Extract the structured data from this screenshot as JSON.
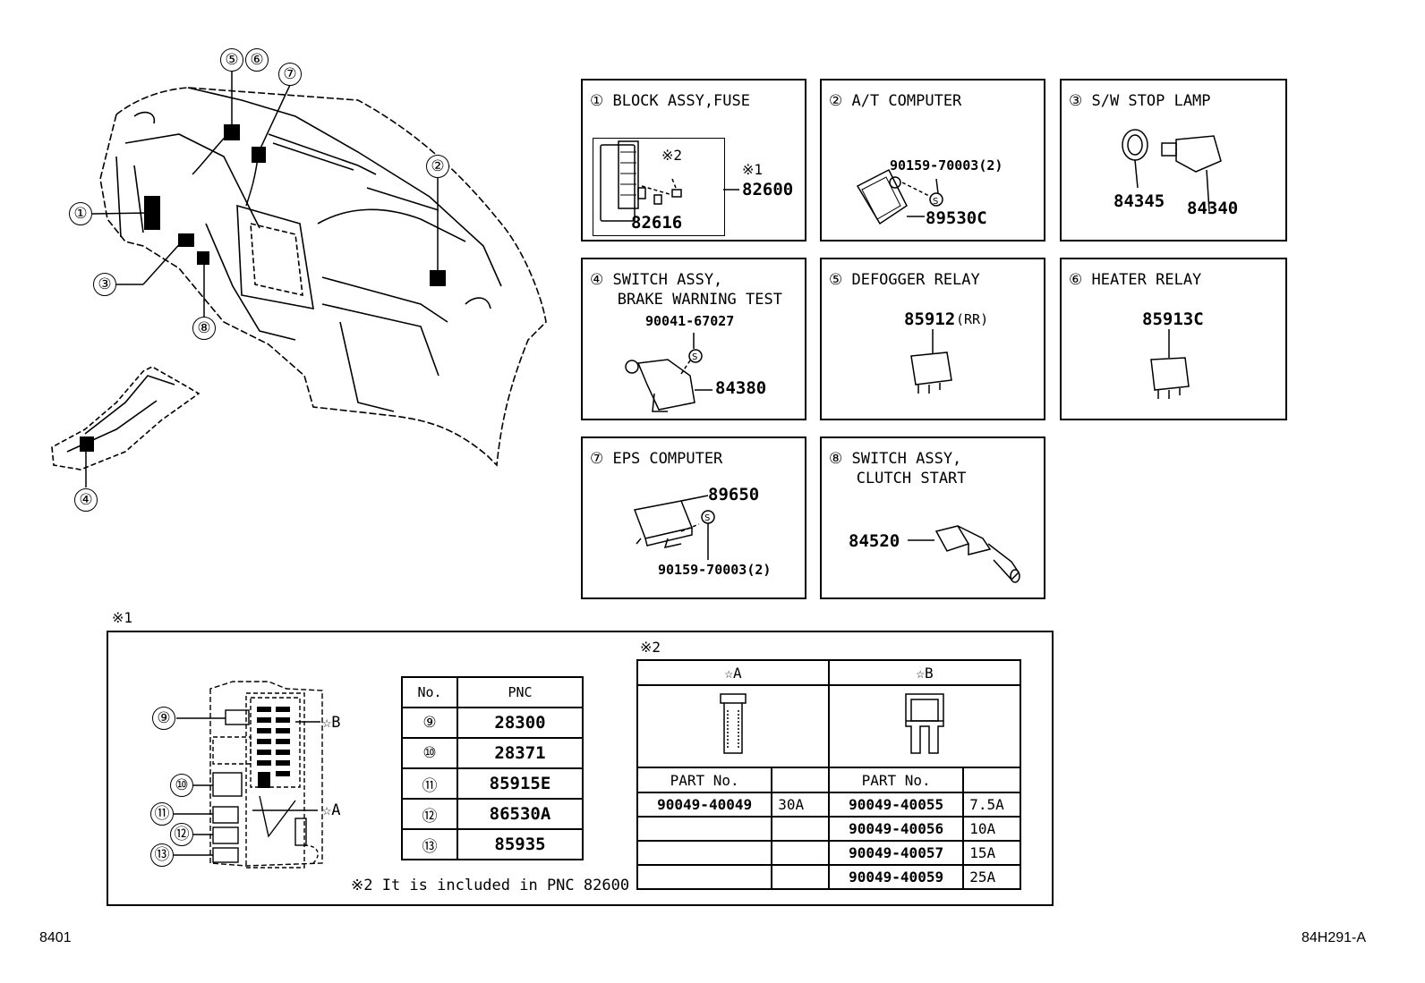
{
  "overview": {
    "callouts": [
      "①",
      "②",
      "③",
      "④",
      "⑤",
      "⑥",
      "⑦",
      "⑧"
    ]
  },
  "panels": [
    {
      "title": "① BLOCK ASSY,FUSE",
      "ref1": "※2",
      "ref2": "※1",
      "parts": [
        "82600",
        "82616"
      ]
    },
    {
      "title": "② A/T COMPUTER",
      "screw": "90159-70003(2)",
      "parts": [
        "89530C"
      ]
    },
    {
      "title": "③ S/W STOP LAMP",
      "parts": [
        "84345",
        "84340"
      ]
    },
    {
      "title": "④ SWITCH ASSY,\n   BRAKE WARNING TEST",
      "screw": "90041-67027",
      "parts": [
        "84380"
      ]
    },
    {
      "title": "⑤ DEFOGGER RELAY",
      "parts": [
        "85912",
        "(RR)"
      ]
    },
    {
      "title": "⑥ HEATER RELAY",
      "parts": [
        "85913C"
      ]
    },
    {
      "title": "⑦ EPS COMPUTER",
      "screw": "90159-70003(2)",
      "parts": [
        "89650"
      ]
    },
    {
      "title": "⑧ SWITCH ASSY,\n   CLUTCH START",
      "parts": [
        "84520"
      ]
    }
  ],
  "fuse_block": {
    "marker": "※1",
    "labels": [
      "⑨",
      "⑩",
      "⑪",
      "⑫",
      "⑬",
      "☆B",
      "☆A"
    ],
    "pnc_table": {
      "headers": [
        "No.",
        "PNC"
      ],
      "rows": [
        [
          "⑨",
          "28300"
        ],
        [
          "⑩",
          "28371"
        ],
        [
          "⑪",
          "85915E"
        ],
        [
          "⑫",
          "86530A"
        ],
        [
          "⑬",
          "85935"
        ]
      ]
    },
    "note": "※2 It is included in PNC 82600"
  },
  "fuse_table": {
    "marker": "※2",
    "group_a": "☆A",
    "group_b": "☆B",
    "col_header": "PART No.",
    "rows_a": [
      [
        "90049-40049",
        "30A"
      ],
      [
        "",
        ""
      ],
      [
        "",
        ""
      ],
      [
        "",
        ""
      ]
    ],
    "rows_b": [
      [
        "90049-40055",
        "7.5A"
      ],
      [
        "90049-40056",
        "10A"
      ],
      [
        "90049-40057",
        "15A"
      ],
      [
        "90049-40059",
        "25A"
      ]
    ]
  },
  "footer": {
    "left": "8401",
    "right": "84H291-A"
  }
}
